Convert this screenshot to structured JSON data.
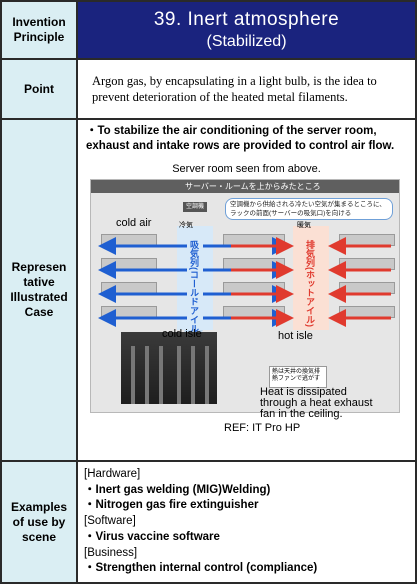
{
  "header": {
    "label": "Invention Principle",
    "title": "39. Inert atmosphere",
    "subtitle": "(Stabilized)"
  },
  "point": {
    "label": "Point",
    "text": "Argon gas, by encapsulating in a light bulb, is the idea to prevent deterioration of the heated metal filaments."
  },
  "case": {
    "label": "Representative Illustrated Case",
    "label_lines": [
      "Represen",
      "tative",
      "Illustrated",
      "Case"
    ],
    "description": "・To stabilize the air conditioning of the server room, exhaust and intake rows are provided to control air flow.",
    "caption": "Server room seen from above.",
    "illustration": {
      "header_jp": "サーバー・ルームを上からみたところ",
      "ac_unit_jp": "空調機",
      "note_jp": "空調機から供給される冷たい空気が集まるところに、ラックの前面(サーバーの吸気口)を向ける",
      "cold_aisle_jp": "吸気列(コールドアイル)",
      "hot_aisle_jp": "排気列(ホットアイル)",
      "cold_air_jp": "冷気",
      "warm_air_jp": "暖気",
      "heat_note_jp": "熱は天井の換気排熱ファンで逃がす",
      "cold_air_label": "cold air",
      "cold_isle_label": "cold isle",
      "hot_isle_label": "hot isle",
      "heat_caption_lines": [
        "Heat is dissipated",
        "through a heat exhaust",
        "fan in the ceiling."
      ],
      "cold_color": "#1f5fd1",
      "hot_color": "#e03a2e"
    },
    "ref": "REF:  IT Pro HP"
  },
  "examples": {
    "label": "Examples of use by scene",
    "label_lines": [
      "Examples",
      "of use by",
      "scene"
    ],
    "lines": [
      {
        "kind": "hd",
        "text": "[Hardware]"
      },
      {
        "kind": "it",
        "text": "・Inert gas welding (MIG)Welding)"
      },
      {
        "kind": "it",
        "text": "・Nitrogen gas fire extinguisher"
      },
      {
        "kind": "hd",
        "text": "[Software]"
      },
      {
        "kind": "it",
        "text": "・Virus vaccine software"
      },
      {
        "kind": "hd",
        "text": "[Business]"
      },
      {
        "kind": "it",
        "text": "・Strengthen internal control (compliance)"
      }
    ]
  }
}
